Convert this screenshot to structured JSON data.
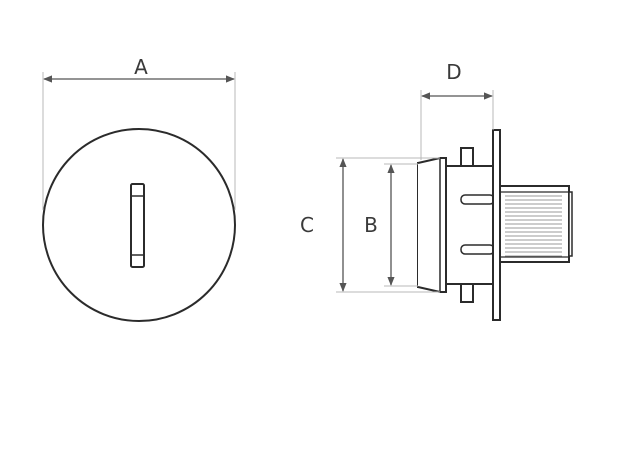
{
  "diagram": {
    "dimension_labels": {
      "a": "A",
      "b": "B",
      "c": "C",
      "d": "D"
    },
    "colors": {
      "outline": "#2b2b2b",
      "dimension_line": "#555555",
      "extension_line": "#b8b8b8",
      "hatching": "#9a9a9a",
      "background": "#ffffff"
    }
  }
}
